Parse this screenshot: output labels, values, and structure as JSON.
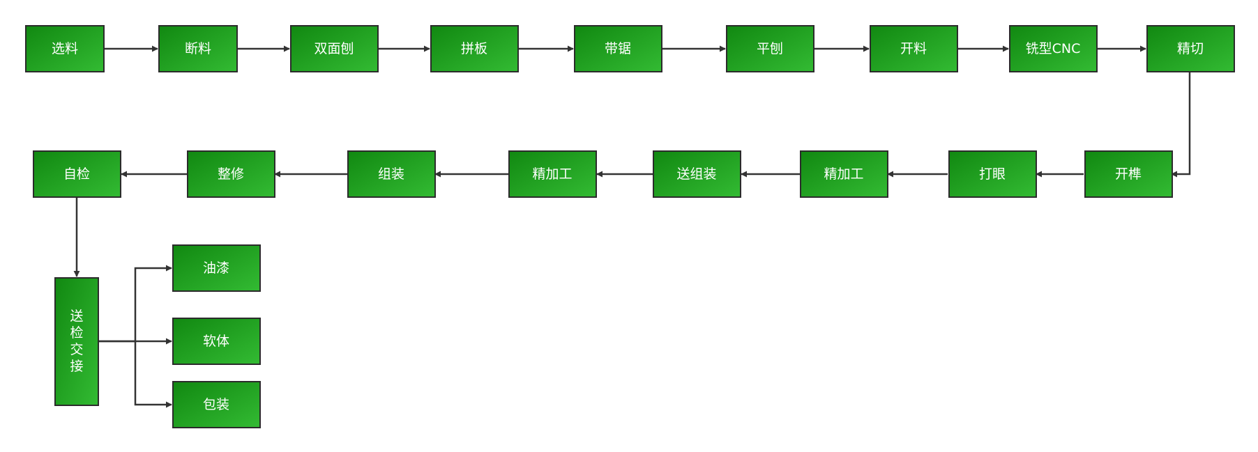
{
  "colors": {
    "node_fill_dark": "#118811",
    "node_fill_light": "#33bb33",
    "node_border": "#2b2b2b",
    "node_text": "#ffffff",
    "connector": "#333333"
  },
  "flow": {
    "row1": [
      "选料",
      "断料",
      "双面刨",
      "拼板",
      "带锯",
      "平刨",
      "开料",
      "铣型CNC",
      "精切"
    ],
    "row2": [
      "开榫",
      "打眼",
      "精加工",
      "送组装",
      "精加工",
      "组装",
      "整修",
      "自检"
    ],
    "handover": "送检交接",
    "branches": [
      "油漆",
      "软体",
      "包装"
    ]
  }
}
